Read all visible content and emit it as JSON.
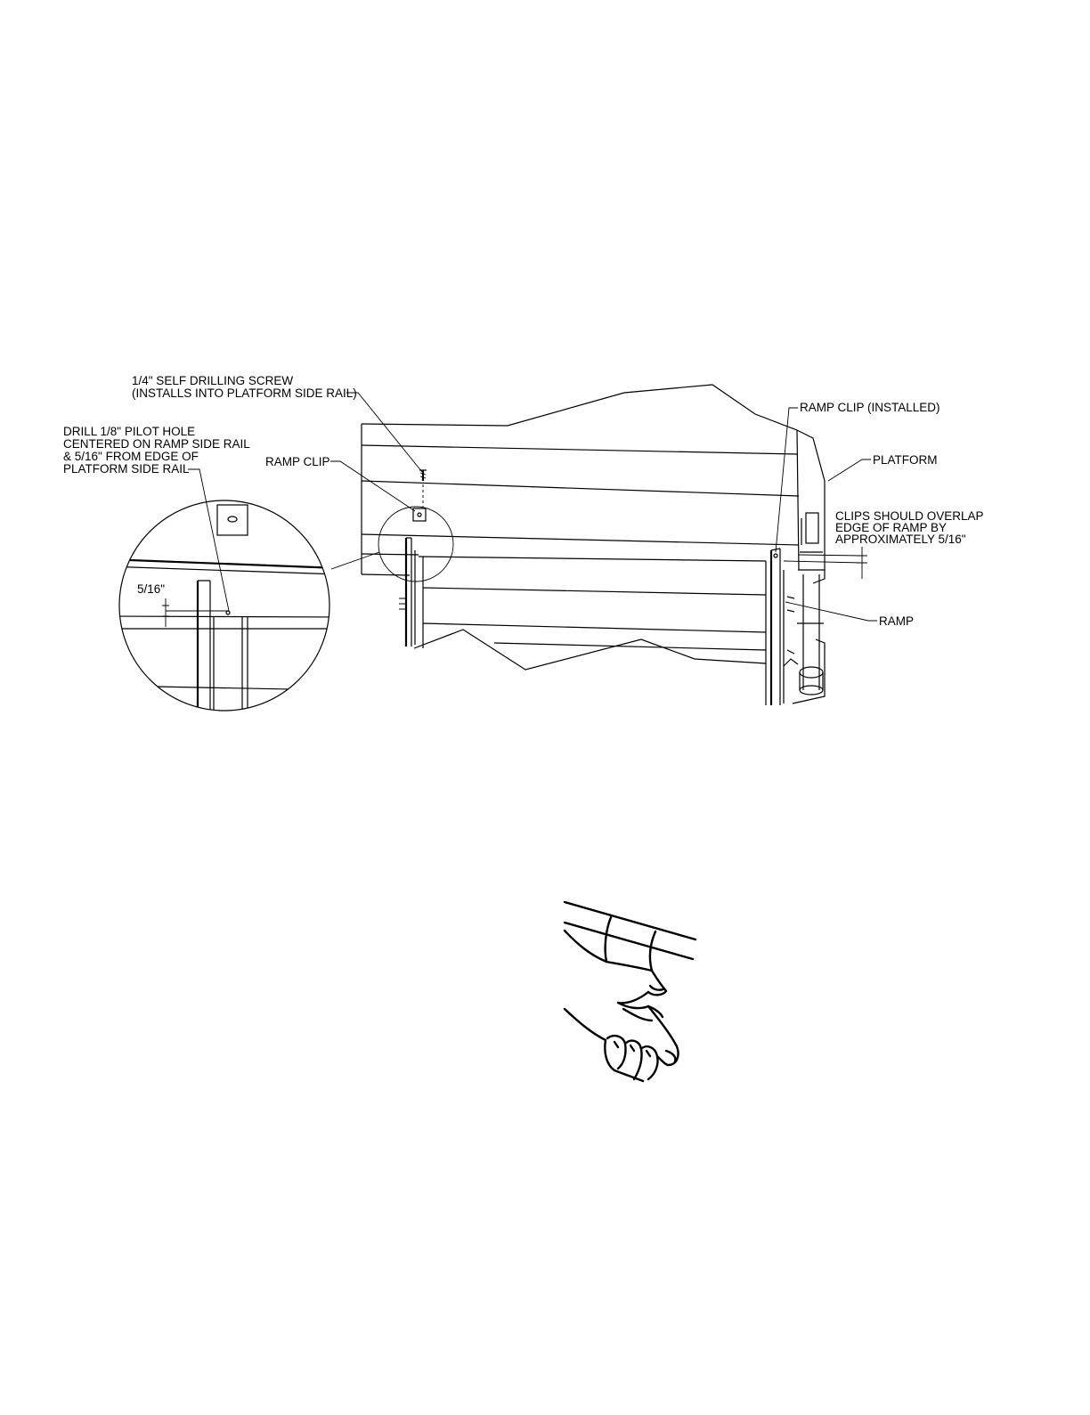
{
  "callouts": {
    "screw_line1": "1/4\" SELF DRILLING SCREW",
    "screw_line2": "(INSTALLS INTO PLATFORM SIDE RAIL)",
    "drill_line1": "DRILL 1/8\" PILOT HOLE",
    "drill_line2": "CENTERED ON RAMP SIDE RAIL",
    "drill_line3": "& 5/16\" FROM EDGE OF",
    "drill_line4": "PLATFORM SIDE RAIL",
    "ramp_clip": "RAMP CLIP",
    "ramp_clip_installed": "RAMP CLIP (INSTALLED)",
    "platform": "PLATFORM",
    "overlap_line1": "CLIPS SHOULD OVERLAP",
    "overlap_line2": "EDGE OF RAMP BY",
    "overlap_line3": "APPROXIMATELY 5/16\"",
    "ramp": "RAMP",
    "detail_dimension": "5/16\""
  },
  "illustrations": {
    "main": "ramp-clip-assembly",
    "lower": "hands-gripping-rail"
  }
}
